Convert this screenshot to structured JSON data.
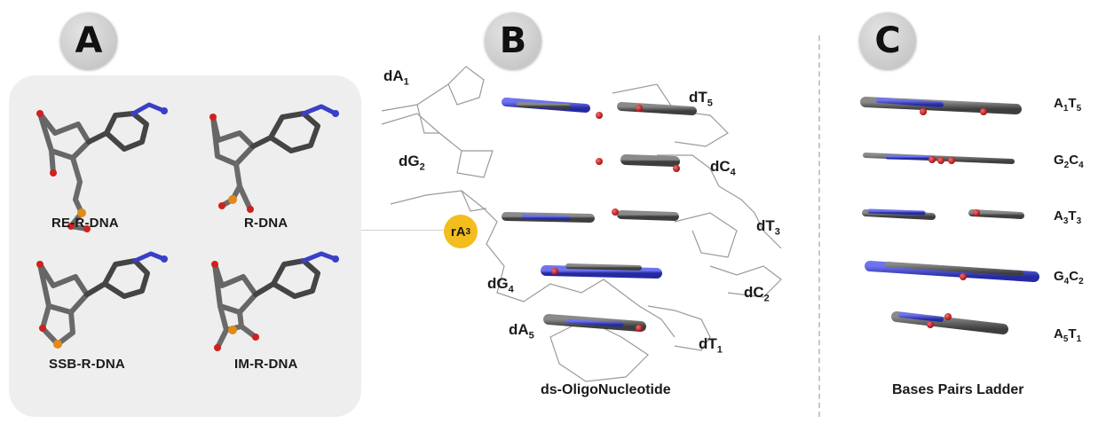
{
  "panels": {
    "a": {
      "letter": "A"
    },
    "b": {
      "letter": "B"
    },
    "c": {
      "letter": "C"
    }
  },
  "panel_a": {
    "molecules": [
      {
        "label": "RE-R-DNA"
      },
      {
        "label": "R-DNA"
      },
      {
        "label": "SSB-R-DNA"
      },
      {
        "label": "IM-R-DNA"
      }
    ]
  },
  "panel_b": {
    "strand_labels": [
      {
        "base": "dA",
        "index": "1"
      },
      {
        "base": "dT",
        "index": "5"
      },
      {
        "base": "dG",
        "index": "2"
      },
      {
        "base": "dC",
        "index": "4"
      },
      {
        "base": "dT",
        "index": "3"
      },
      {
        "base": "dG",
        "index": "4"
      },
      {
        "base": "dC",
        "index": "2"
      },
      {
        "base": "dA",
        "index": "5"
      },
      {
        "base": "dT",
        "index": "1"
      }
    ],
    "highlight": {
      "base": "rA",
      "index": "3"
    },
    "caption": "ds-OligoNucleotide"
  },
  "panel_c": {
    "pairs": [
      {
        "b1": "A",
        "i1": "1",
        "b2": "T",
        "i2": "5"
      },
      {
        "b1": "G",
        "i1": "2",
        "b2": "C",
        "i2": "4"
      },
      {
        "b1": "A",
        "i1": "3",
        "b2": "T",
        "i2": "3"
      },
      {
        "b1": "G",
        "i1": "4",
        "b2": "C",
        "i2": "2"
      },
      {
        "b1": "A",
        "i1": "5",
        "b2": "T",
        "i2": "1"
      }
    ],
    "caption": "Bases Pairs Ladder"
  },
  "colors": {
    "carbon": "#5a5a5a",
    "nitrogen": "#3a3fc8",
    "oxygen": "#d02020",
    "phosphorus": "#e08a1a",
    "highlight": "#f2bd1d",
    "box": "#eeeeee"
  }
}
